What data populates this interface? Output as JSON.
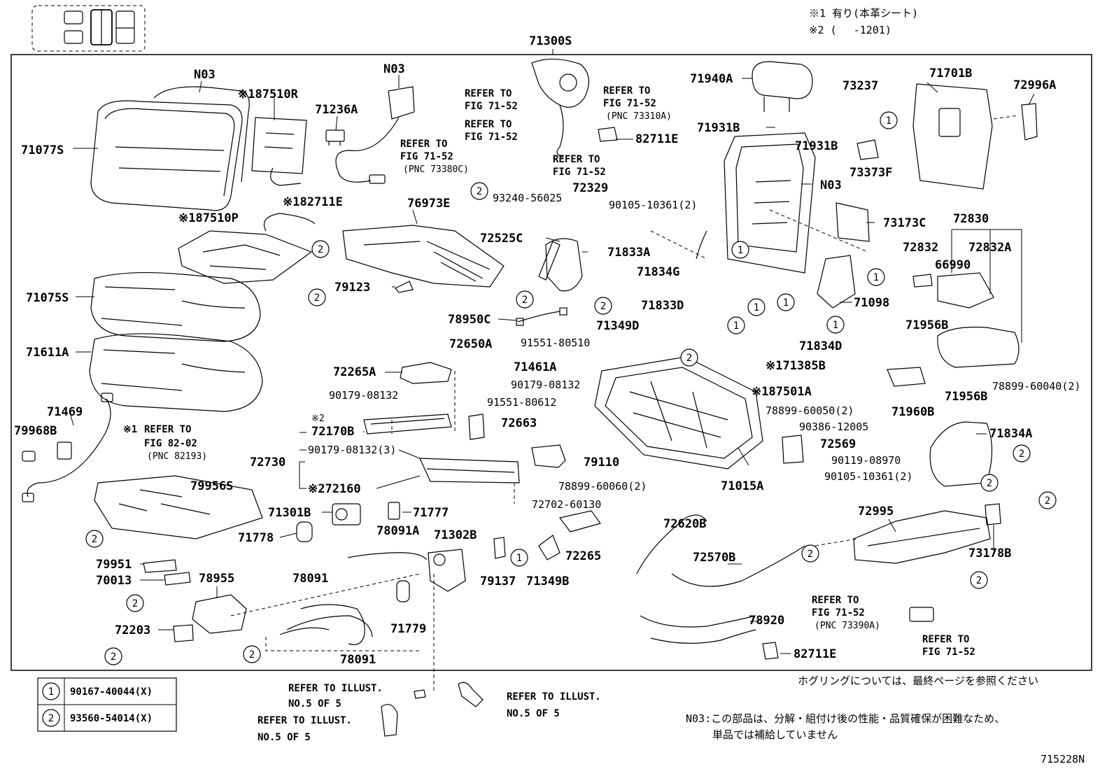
{
  "header_notes": {
    "note1": "※1 有り(本革シート)",
    "note2": "※2 (　 -1201)"
  },
  "assembly_number": "71300S",
  "part_labels": {
    "n03_a": "N03",
    "n03_b": "N03",
    "n03_c": "N03",
    "p71077s": "71077S",
    "p87510r": "※187510R",
    "p71236a": "71236A",
    "p82711e_left": "※182711E",
    "p87510p": "※187510P",
    "p71075s": "71075S",
    "p71611a": "71611A",
    "p76973e": "76973E",
    "p93240": "93240-56025",
    "p72329": "72329",
    "p72525c": "72525C",
    "p71833a": "71833A",
    "p79123": "79123",
    "p78950c": "78950C",
    "p72650a": "72650A",
    "p91551_80510": "91551-80510",
    "p72265a": "72265A",
    "p71461a": "71461A",
    "p90179_a": "90179-08132",
    "p90179_b": "90179-08132",
    "p91551_80612": "91551-80612",
    "p72170b": "72170B",
    "p72663": "72663",
    "p90179_c": "90179-08132(3)",
    "p72730": "72730",
    "p79110": "79110",
    "p72160": "※272160",
    "p78899_60060": "78899-60060(2)",
    "p72702": "72702-60130",
    "p71469": "71469",
    "p79968b": "79968B",
    "p79956s": "79956S",
    "p71301b": "71301B",
    "p71777": "71777",
    "p71778": "71778",
    "p78091a": "78091A",
    "p71302b": "71302B",
    "p79951": "79951",
    "p70013": "70013",
    "p78955": "78955",
    "p78091_a": "78091",
    "p78091_b": "78091",
    "p79137": "79137",
    "p71349b": "71349B",
    "p71779": "71779",
    "p72203": "72203",
    "p72265": "72265",
    "p72620b": "72620B",
    "p72570b": "72570B",
    "p78920": "78920",
    "p82711e_bottom": "82711E",
    "p82711e_top": "82711E",
    "p71940a": "71940A",
    "p73237": "73237",
    "p71701b": "71701B",
    "p72996a": "72996A",
    "p71931b_a": "71931B",
    "p71931b_b": "71931B",
    "p73373f": "73373F",
    "p90105_a": "90105-10361(2)",
    "p73173c": "73173C",
    "p72830": "72830",
    "p72832": "72832",
    "p72832a": "72832A",
    "p66990": "66990",
    "p71834g": "71834G",
    "p71098": "71098",
    "p71833d": "71833D",
    "p71349d": "71349D",
    "p71834d": "71834D",
    "p71385b": "※171385B",
    "p87501a": "※187501A",
    "p78899_60050": "78899-60050(2)",
    "p90386": "90386-12005",
    "p72569": "72569",
    "p90119": "90119-08970",
    "p90105_b": "90105-10361(2)",
    "p71015a": "71015A",
    "p71956b_a": "71956B",
    "p71956b_b": "71956B",
    "p71960b": "71960B",
    "p78899_60040": "78899-60040(2)",
    "p71834a": "71834A",
    "p72995": "72995",
    "p73178b": "73178B",
    "note_x2": "※2"
  },
  "references": {
    "refer_to": "REFER TO",
    "fig_7152": "FIG 71-52",
    "fig_8202": "FIG 82-02",
    "pnc_73310a": "(PNC 73310A)",
    "pnc_73380c": "(PNC 73380C)",
    "pnc_82193": "(PNC 82193)",
    "pnc_73390a": "(PNC 73390A)",
    "x1": "※1",
    "refer_illust": "REFER TO ILLUST.",
    "illust_no": "NO.5 OF 5"
  },
  "bubbles": {
    "one": "1",
    "two": "2"
  },
  "legend": {
    "rows": [
      {
        "symbol": "1",
        "part": "90167-40044(X)"
      },
      {
        "symbol": "2",
        "part": "93560-54014(X)"
      }
    ]
  },
  "footer_notes": {
    "hog_ring": "ホグリングについては、最終ページを参照ください",
    "n03_line1": "N03:この部品は、分解・組付け後の性能・品質確保が困難なため、",
    "n03_line2": "単品では補給していません"
  },
  "drawing_number": "715228N"
}
